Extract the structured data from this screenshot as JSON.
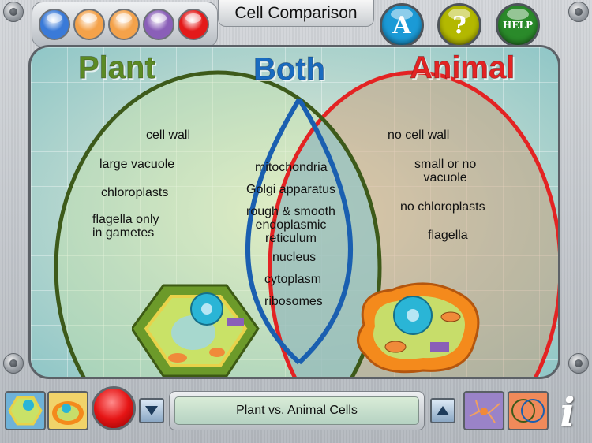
{
  "header": {
    "title": "Cell Comparison",
    "color_dots": [
      "#3a7ad8",
      "#f4a24a",
      "#f4a24a",
      "#8a5fb8",
      "#e41a1a"
    ],
    "buttons": [
      {
        "name": "answer-button",
        "label": "A",
        "color": "#1b9ad6"
      },
      {
        "name": "hint-button",
        "label": "?",
        "color": "#b3b800"
      },
      {
        "name": "help-button",
        "label": "HELP",
        "color": "#2a8a2a"
      }
    ]
  },
  "venn": {
    "plant": {
      "heading": "Plant",
      "color": "#5c8a24",
      "items": [
        "cell wall",
        "large vacuole",
        "chloroplasts",
        "flagella only\nin gametes"
      ]
    },
    "both": {
      "heading": "Both",
      "color": "#1a6bc0",
      "items": [
        "mitochondria",
        "Golgi apparatus",
        "rough & smooth\nendoplasmic\nreticulum",
        "nucleus",
        "cytoplasm",
        "ribosomes"
      ]
    },
    "animal": {
      "heading": "Animal",
      "color": "#e32323",
      "items": [
        "no cell wall",
        "small or no\nvacuole",
        "no chloroplasts",
        "flagella"
      ]
    }
  },
  "footer": {
    "topic": "Plant vs. Animal Cells",
    "icons": [
      "plant-cell-thumbnail-icon",
      "animal-cell-thumbnail-icon",
      "neuron-thumbnail-icon",
      "venn-diagram-thumbnail-icon"
    ],
    "info": "i"
  }
}
